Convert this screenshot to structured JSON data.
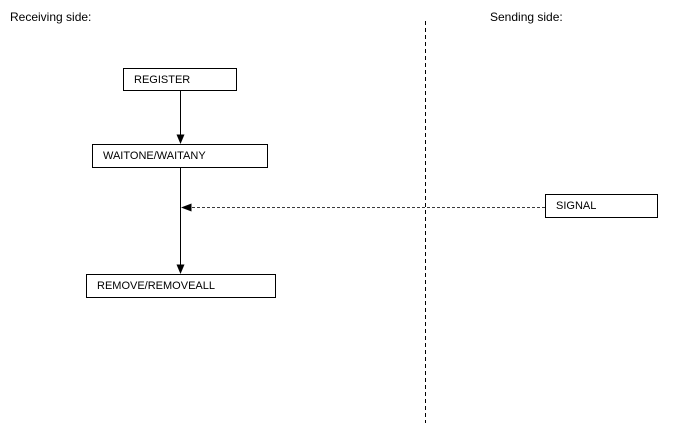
{
  "diagram": {
    "title_left": "Receiving side:",
    "title_right": "Sending side:",
    "nodes": {
      "register": "REGISTER",
      "waitone": "WAITONE/WAITANY",
      "remove": "REMOVE/REMOVEALL",
      "signal": "SIGNAL"
    },
    "edges": [
      {
        "from": "REGISTER",
        "to": "WAITONE/WAITANY",
        "style": "solid-arrow-down"
      },
      {
        "from": "WAITONE/WAITANY",
        "to": "REMOVE/REMOVEALL",
        "style": "solid-arrow-down"
      },
      {
        "from": "SIGNAL",
        "to": "WAITONE/WAITANY wait line",
        "style": "dashed-arrow-left"
      }
    ],
    "separator": {
      "style": "vertical-dashed-line",
      "divides": [
        "Receiving side",
        "Sending side"
      ]
    },
    "colors": {
      "line": "#000000",
      "dashed_signal_line": "#3a3a3a",
      "background": "#ffffff",
      "text": "#000000"
    }
  }
}
